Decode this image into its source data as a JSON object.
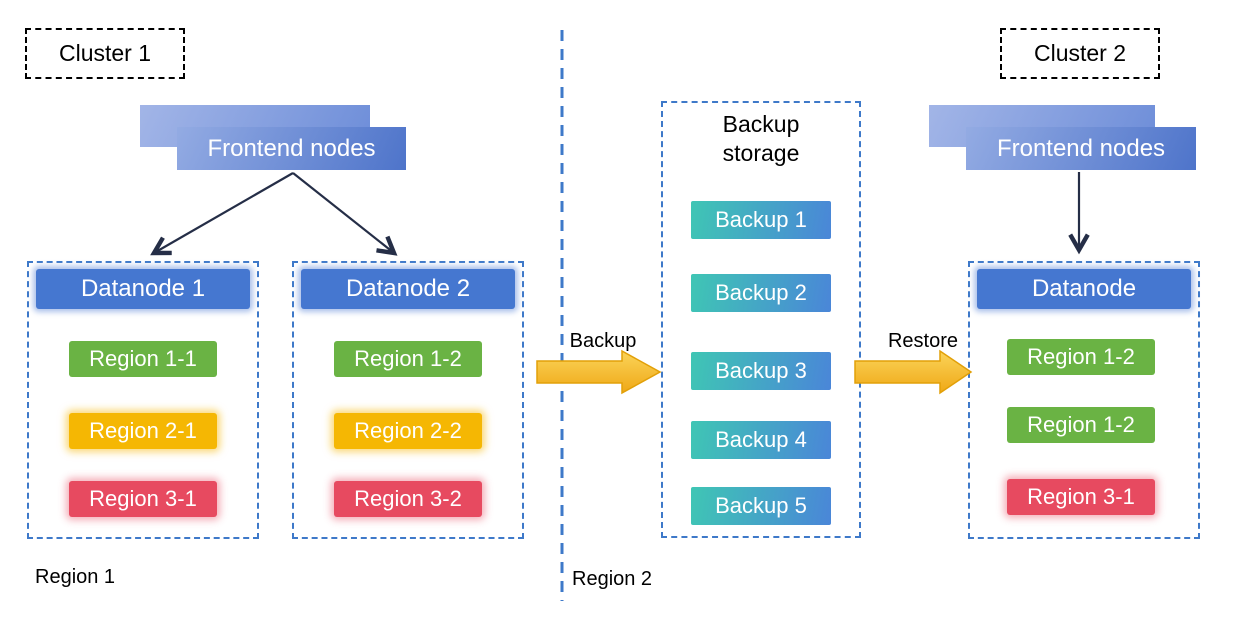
{
  "cluster1": {
    "label": "Cluster 1",
    "frontend_label": "Frontend nodes",
    "datanodes": [
      {
        "title": "Datanode 1",
        "regions": [
          {
            "label": "Region 1-1",
            "color": "#6ab344"
          },
          {
            "label": "Region 2-1",
            "color": "#f5b703"
          },
          {
            "label": "Region 3-1",
            "color": "#e74a60"
          }
        ]
      },
      {
        "title": "Datanode 2",
        "regions": [
          {
            "label": "Region 1-2",
            "color": "#6ab344"
          },
          {
            "label": "Region 2-2",
            "color": "#f5b703"
          },
          {
            "label": "Region 3-2",
            "color": "#e74a60"
          }
        ]
      }
    ],
    "region_footer": "Region 1"
  },
  "backup_storage": {
    "title": "Backup storage",
    "items": [
      "Backup 1",
      "Backup 2",
      "Backup 3",
      "Backup 4",
      "Backup 5"
    ]
  },
  "cluster2": {
    "label": "Cluster 2",
    "frontend_label": "Frontend nodes",
    "datanode": {
      "title": "Datanode",
      "regions": [
        {
          "label": "Region 1-2",
          "color": "#6ab344"
        },
        {
          "label": "Region 1-2",
          "color": "#6ab344"
        },
        {
          "label": "Region 3-1",
          "color": "#e74a60"
        }
      ]
    },
    "region_footer": "Region 2"
  },
  "flows": {
    "backup_label": "Backup",
    "restore_label": "Restore"
  },
  "colors": {
    "node_blue": "#4577d0",
    "frontend_gradient_start": "#93abe3",
    "frontend_gradient_end": "#4e74ca",
    "region_green": "#6ab344",
    "region_yellow": "#f5b703",
    "region_red": "#e74a60",
    "backup_gradient_start": "#3fc6b4",
    "backup_gradient_end": "#4a86d8",
    "flow_arrow_fill_top": "#fbd45a",
    "flow_arrow_fill_bottom": "#efa816",
    "dashed_blue": "#3e79c9",
    "connector_dark": "#252e47"
  }
}
